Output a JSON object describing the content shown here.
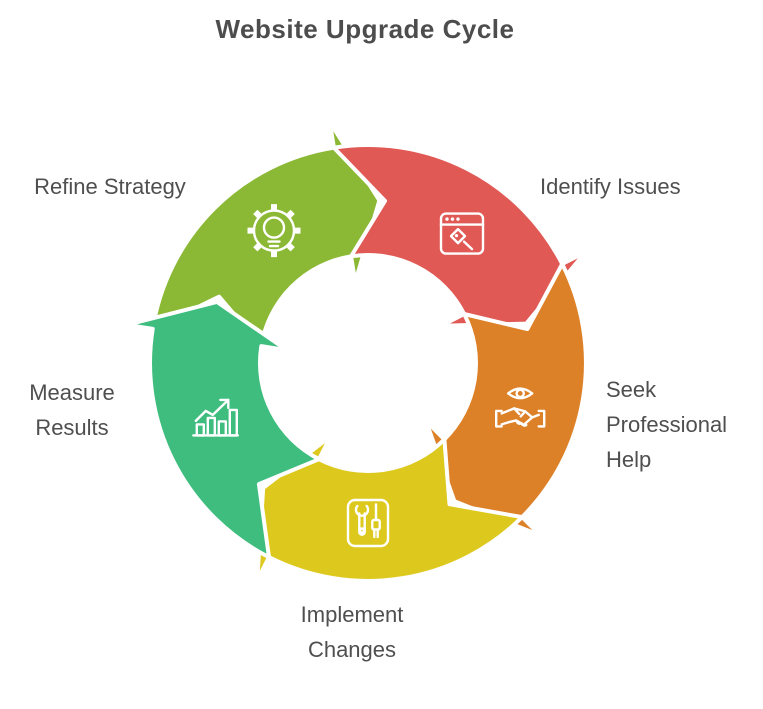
{
  "page": {
    "background": "#ffffff"
  },
  "title": "Website Upgrade Cycle",
  "title_color": "#4d4d4d",
  "label_color": "#4f4f4f",
  "diagram": {
    "type": "cycle",
    "direction": "clockwise",
    "outline_color": "#ffffff",
    "segments": [
      {
        "label": "Refine Strategy",
        "color": "#8cb935",
        "icon": "gear-lightbulb-icon"
      },
      {
        "label": "Identify Issues",
        "color": "#e15954",
        "icon": "browser-search-icon"
      },
      {
        "label": "Seek Professional Help",
        "color": "#dd8128",
        "icon": "eye-handshake-icon"
      },
      {
        "label": "Implement Changes",
        "color": "#ddc91e",
        "icon": "tools-icon"
      },
      {
        "label": "Measure Results",
        "color": "#3ebd7e",
        "icon": "bar-chart-growth-icon"
      }
    ]
  }
}
